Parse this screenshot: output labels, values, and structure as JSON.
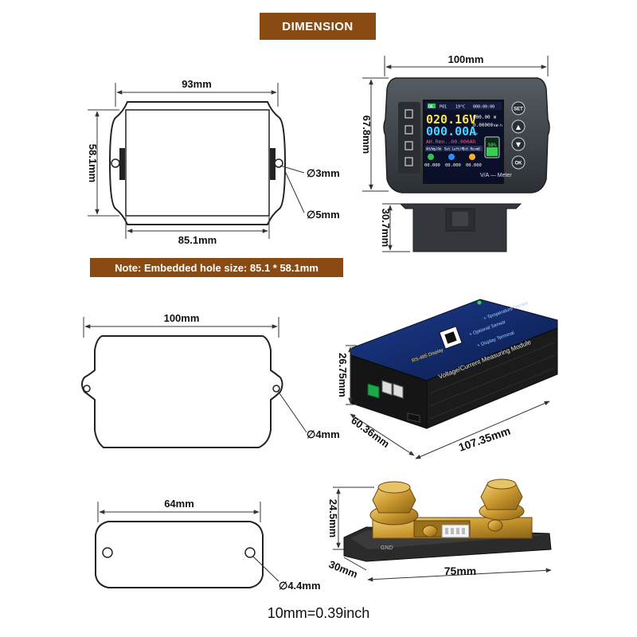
{
  "title": "DIMENSION",
  "note": "Note: Embedded hole size: 85.1 * 58.1mm",
  "footer": "10mm=0.39inch",
  "colors": {
    "banner": "#8a4b12",
    "screen_bg": "#0a0f2a",
    "case": "#3d4248",
    "voltage": "#ffe14a",
    "current": "#4fd2ff"
  },
  "display_outline": {
    "width": "93mm",
    "height": "58.1mm",
    "bottom_width": "85.1mm",
    "hole1": "∅3mm",
    "hole2": "∅5mm"
  },
  "meter_photo": {
    "width": "100mm",
    "height": "67.8mm",
    "depth": "30.7mm",
    "screen": {
      "status_items": [
        "OK",
        "P01",
        "19°C",
        "000:00:00"
      ],
      "voltage": "020.16V",
      "current": "000.00A",
      "arrow": ">>",
      "power": "000.00",
      "power_unit": "W",
      "energy": "0.00000",
      "energy_unit": "kW·h",
      "ah_line": "AH.Rmn..00.000Ah",
      "battery": "50%",
      "tabs": [
        "AH/Wp/Ah",
        "Set Left/M",
        "Int Resm0"
      ],
      "bottom_vals": [
        "00.000",
        "00.000",
        "00.000"
      ],
      "brand": "V/A — Meter",
      "buttons": [
        "SET",
        "▲",
        "▼",
        "OK"
      ]
    }
  },
  "module_outline": {
    "width": "100mm",
    "hole": "∅4mm"
  },
  "module_photo": {
    "height": "26.75mm",
    "depth": "60.36mm",
    "length": "107.35mm",
    "label": "Voltage/Current Measuring Module",
    "labels": [
      "+ Temperature Sensor",
      "+ Optional Sensor",
      "+ Display Terminal",
      "RS-485 Display"
    ]
  },
  "shunt_outline": {
    "width": "64mm",
    "hole": "∅4.4mm"
  },
  "shunt_photo": {
    "height": "24.5mm",
    "depth": "30mm",
    "length": "75mm",
    "label": "GND"
  }
}
